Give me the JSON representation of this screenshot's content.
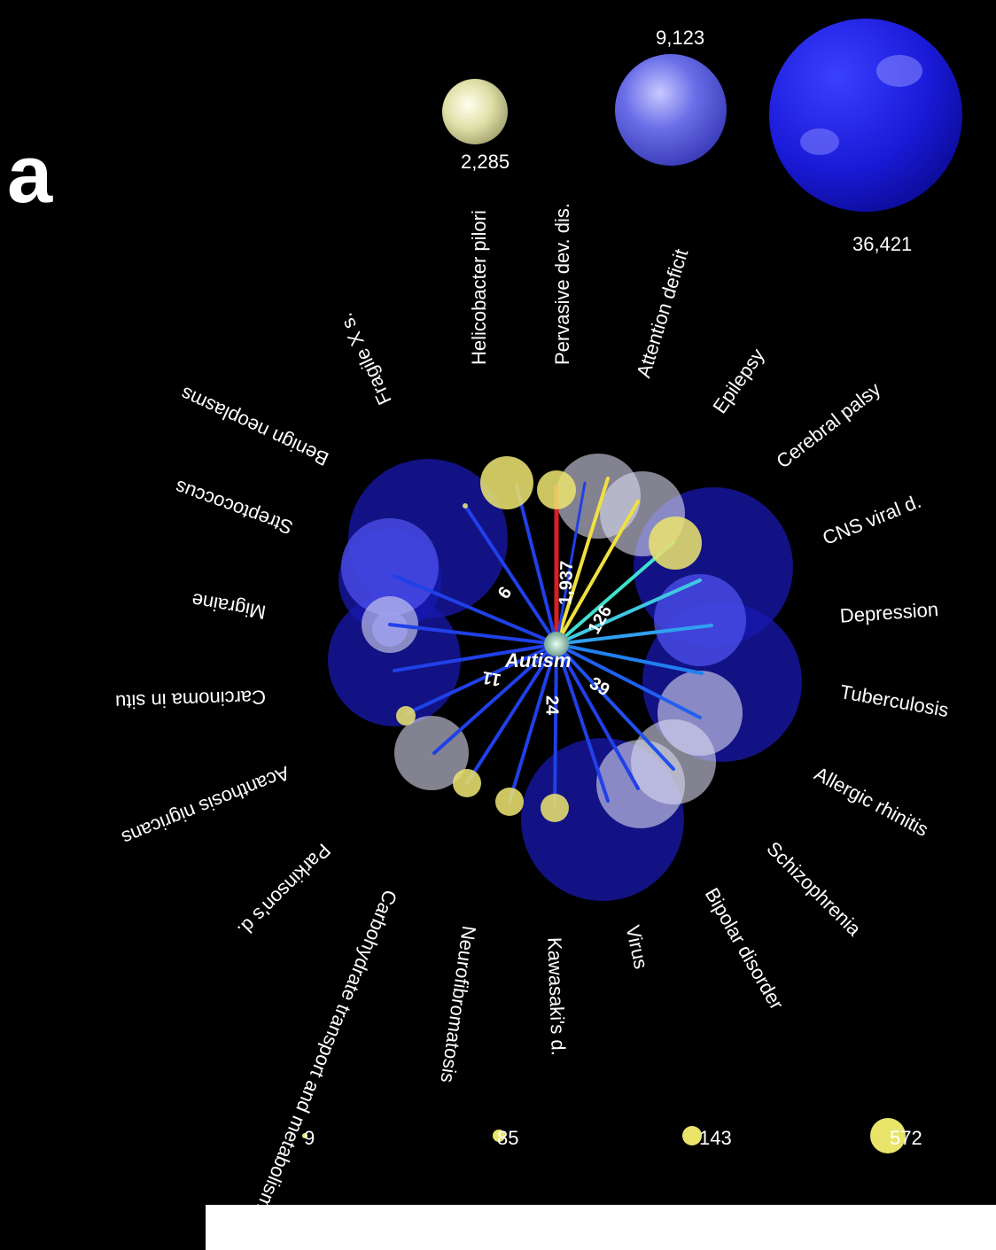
{
  "panel_label": "a",
  "center_label": "Autism",
  "colors": {
    "background": "#000000",
    "node_blue": "#2a2ee0",
    "node_yellow": "#e8e46a",
    "node_white": "#d8d8e6",
    "highlight_edge": "#d82020",
    "yellow_edge": "#f0e040",
    "cyan_edge": "#40e0d0",
    "blue_edge": "#2040e8",
    "label_text": "#ffffff"
  },
  "legend_blue": [
    {
      "value": "2,285",
      "color": "#eeeeb0"
    },
    {
      "value": "9,123",
      "color": "#5055d8"
    },
    {
      "value": "36,421",
      "color": "#1a1ad8"
    }
  ],
  "legend_yellow": [
    {
      "value": "9"
    },
    {
      "value": "85"
    },
    {
      "value": "143"
    },
    {
      "value": "572"
    }
  ],
  "edge_counts": [
    "1,937",
    "126",
    "39",
    "24",
    "11",
    "9"
  ],
  "diseases": [
    "Benign neoplasms",
    "Fragile X s.",
    "Helicobacter pilori",
    "Pervasive dev. dis.",
    "Attention deficit",
    "Epilepsy",
    "Cerebral palsy",
    "CNS viral d.",
    "Depression",
    "Tuberculosis",
    "Allergic rhinitis",
    "Schizophrenia",
    "Bipolar disorder",
    "Virus",
    "Kawasaki's d.",
    "Neurofibromatosis",
    "Carbohydrate transport and metabolism",
    "Parkinson's d.",
    "Acanthosis nigricans",
    "Carcinoma in situ",
    "Migraine",
    "Streptococcus"
  ]
}
